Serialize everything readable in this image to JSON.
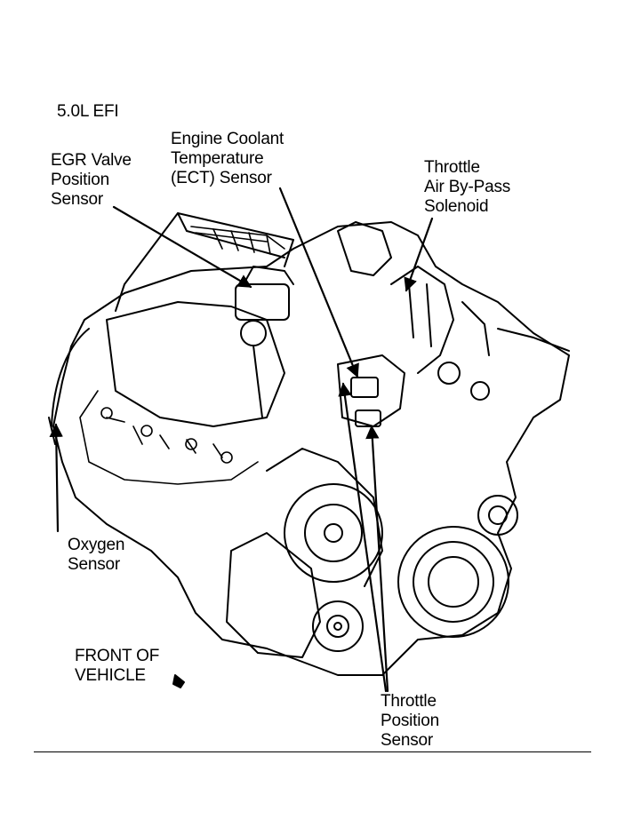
{
  "title": "5.0L EFI",
  "labels": {
    "egr": [
      "EGR Valve",
      "Position",
      "Sensor"
    ],
    "ect": [
      "Engine Coolant",
      "Temperature",
      "(ECT) Sensor"
    ],
    "throttle_bypass": [
      "Throttle",
      "Air By-Pass",
      "Solenoid"
    ],
    "oxygen": [
      "Oxygen",
      "Sensor"
    ],
    "front": [
      "FRONT OF",
      "VEHICLE"
    ],
    "tps": [
      "Throttle",
      "Position",
      "Sensor"
    ]
  },
  "colors": {
    "ink": "#000000",
    "paper": "#ffffff"
  }
}
